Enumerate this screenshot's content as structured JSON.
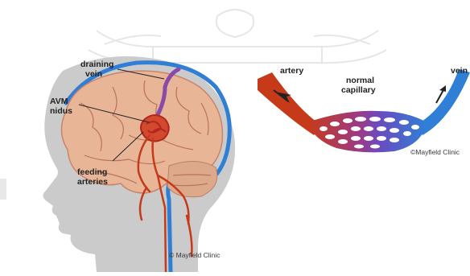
{
  "left_figure": {
    "labels": {
      "draining_vein_1": "draining",
      "draining_vein_2": "vein",
      "avm_nidus_1": "AVM",
      "avm_nidus_2": "nidus",
      "feeding_arteries_1": "feeding",
      "feeding_arteries_2": "arteries"
    },
    "credit": "© Mayfield Clinic"
  },
  "right_figure": {
    "labels": {
      "artery": "artery",
      "normal_capillary_1": "normal",
      "normal_capillary_2": "capillary",
      "vein": "vein"
    },
    "credit": "©Mayfield Clinic"
  },
  "colors": {
    "head_gray": "#c9c9c9",
    "brain": "#e9b79a",
    "vein_blue": "#2f7fd6",
    "artery_red": "#c63a1a",
    "watermark": "#e3e3e3"
  }
}
